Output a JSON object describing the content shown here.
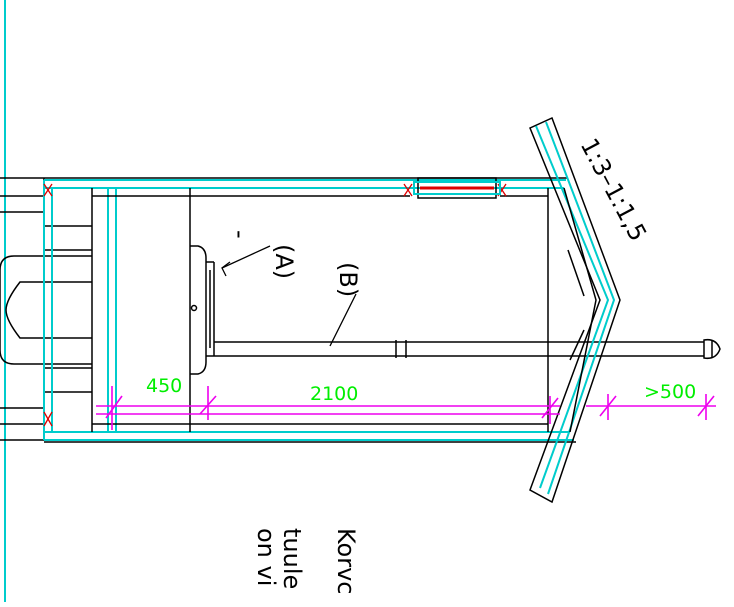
{
  "drawing": {
    "slope_label": "1:3–1:1,5",
    "label_a": "(A)",
    "label_b": "(B)",
    "label_minus": "-",
    "dims": {
      "d450": "450",
      "d2100": "2100",
      "d500": ">500"
    },
    "note_lines": [
      "Korvc",
      "tuule",
      "on  vi"
    ]
  },
  "colors": {
    "outline": "#000000",
    "cyan": "#00cccc",
    "dimension_line": "#ee00ee",
    "dimension_text": "#00ee00",
    "red": "#dd0000"
  }
}
